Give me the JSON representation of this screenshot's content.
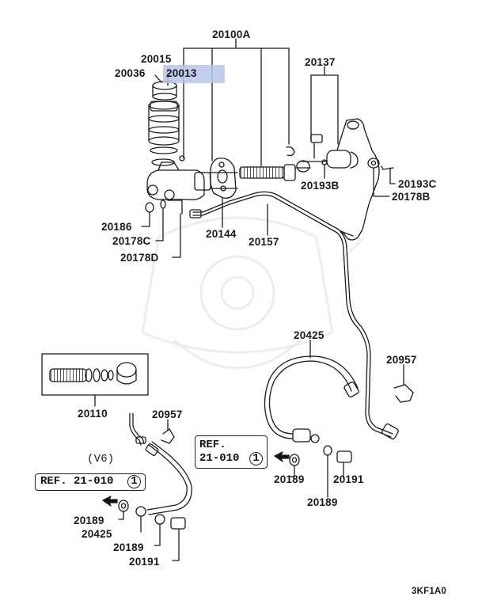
{
  "diagram": {
    "part_labels": {
      "p20100A": "20100A",
      "p20015": "20015",
      "p20036": "20036",
      "p20013": "20013",
      "p20137": "20137",
      "p20193B": "20193B",
      "p20193C": "20193C",
      "p20178B": "20178B",
      "p20186": "20186",
      "p20178C": "20178C",
      "p20178D": "20178D",
      "p20144": "20144",
      "p20157": "20157",
      "p20425_top": "20425",
      "p20957_right": "20957",
      "p20110": "20110",
      "p20957_left": "20957",
      "p20189_mid1": "20189",
      "p20189_mid2": "20189",
      "p20191_mid": "20191",
      "p20189_bl1": "20189",
      "p20425_bl": "20425",
      "p20189_bl2": "20189",
      "p20191_bl": "20191"
    },
    "v6_label": "(V6)",
    "ref_boxes": {
      "ref1_line1": "REF.",
      "ref1_line2": "21-010",
      "ref1_num": "1",
      "ref2_text": "REF. 21-010",
      "ref2_num": "1"
    },
    "diagram_code": "3KF1A0",
    "highlight_color": "#b9c6ea",
    "line_color": "#1a1a1a"
  }
}
